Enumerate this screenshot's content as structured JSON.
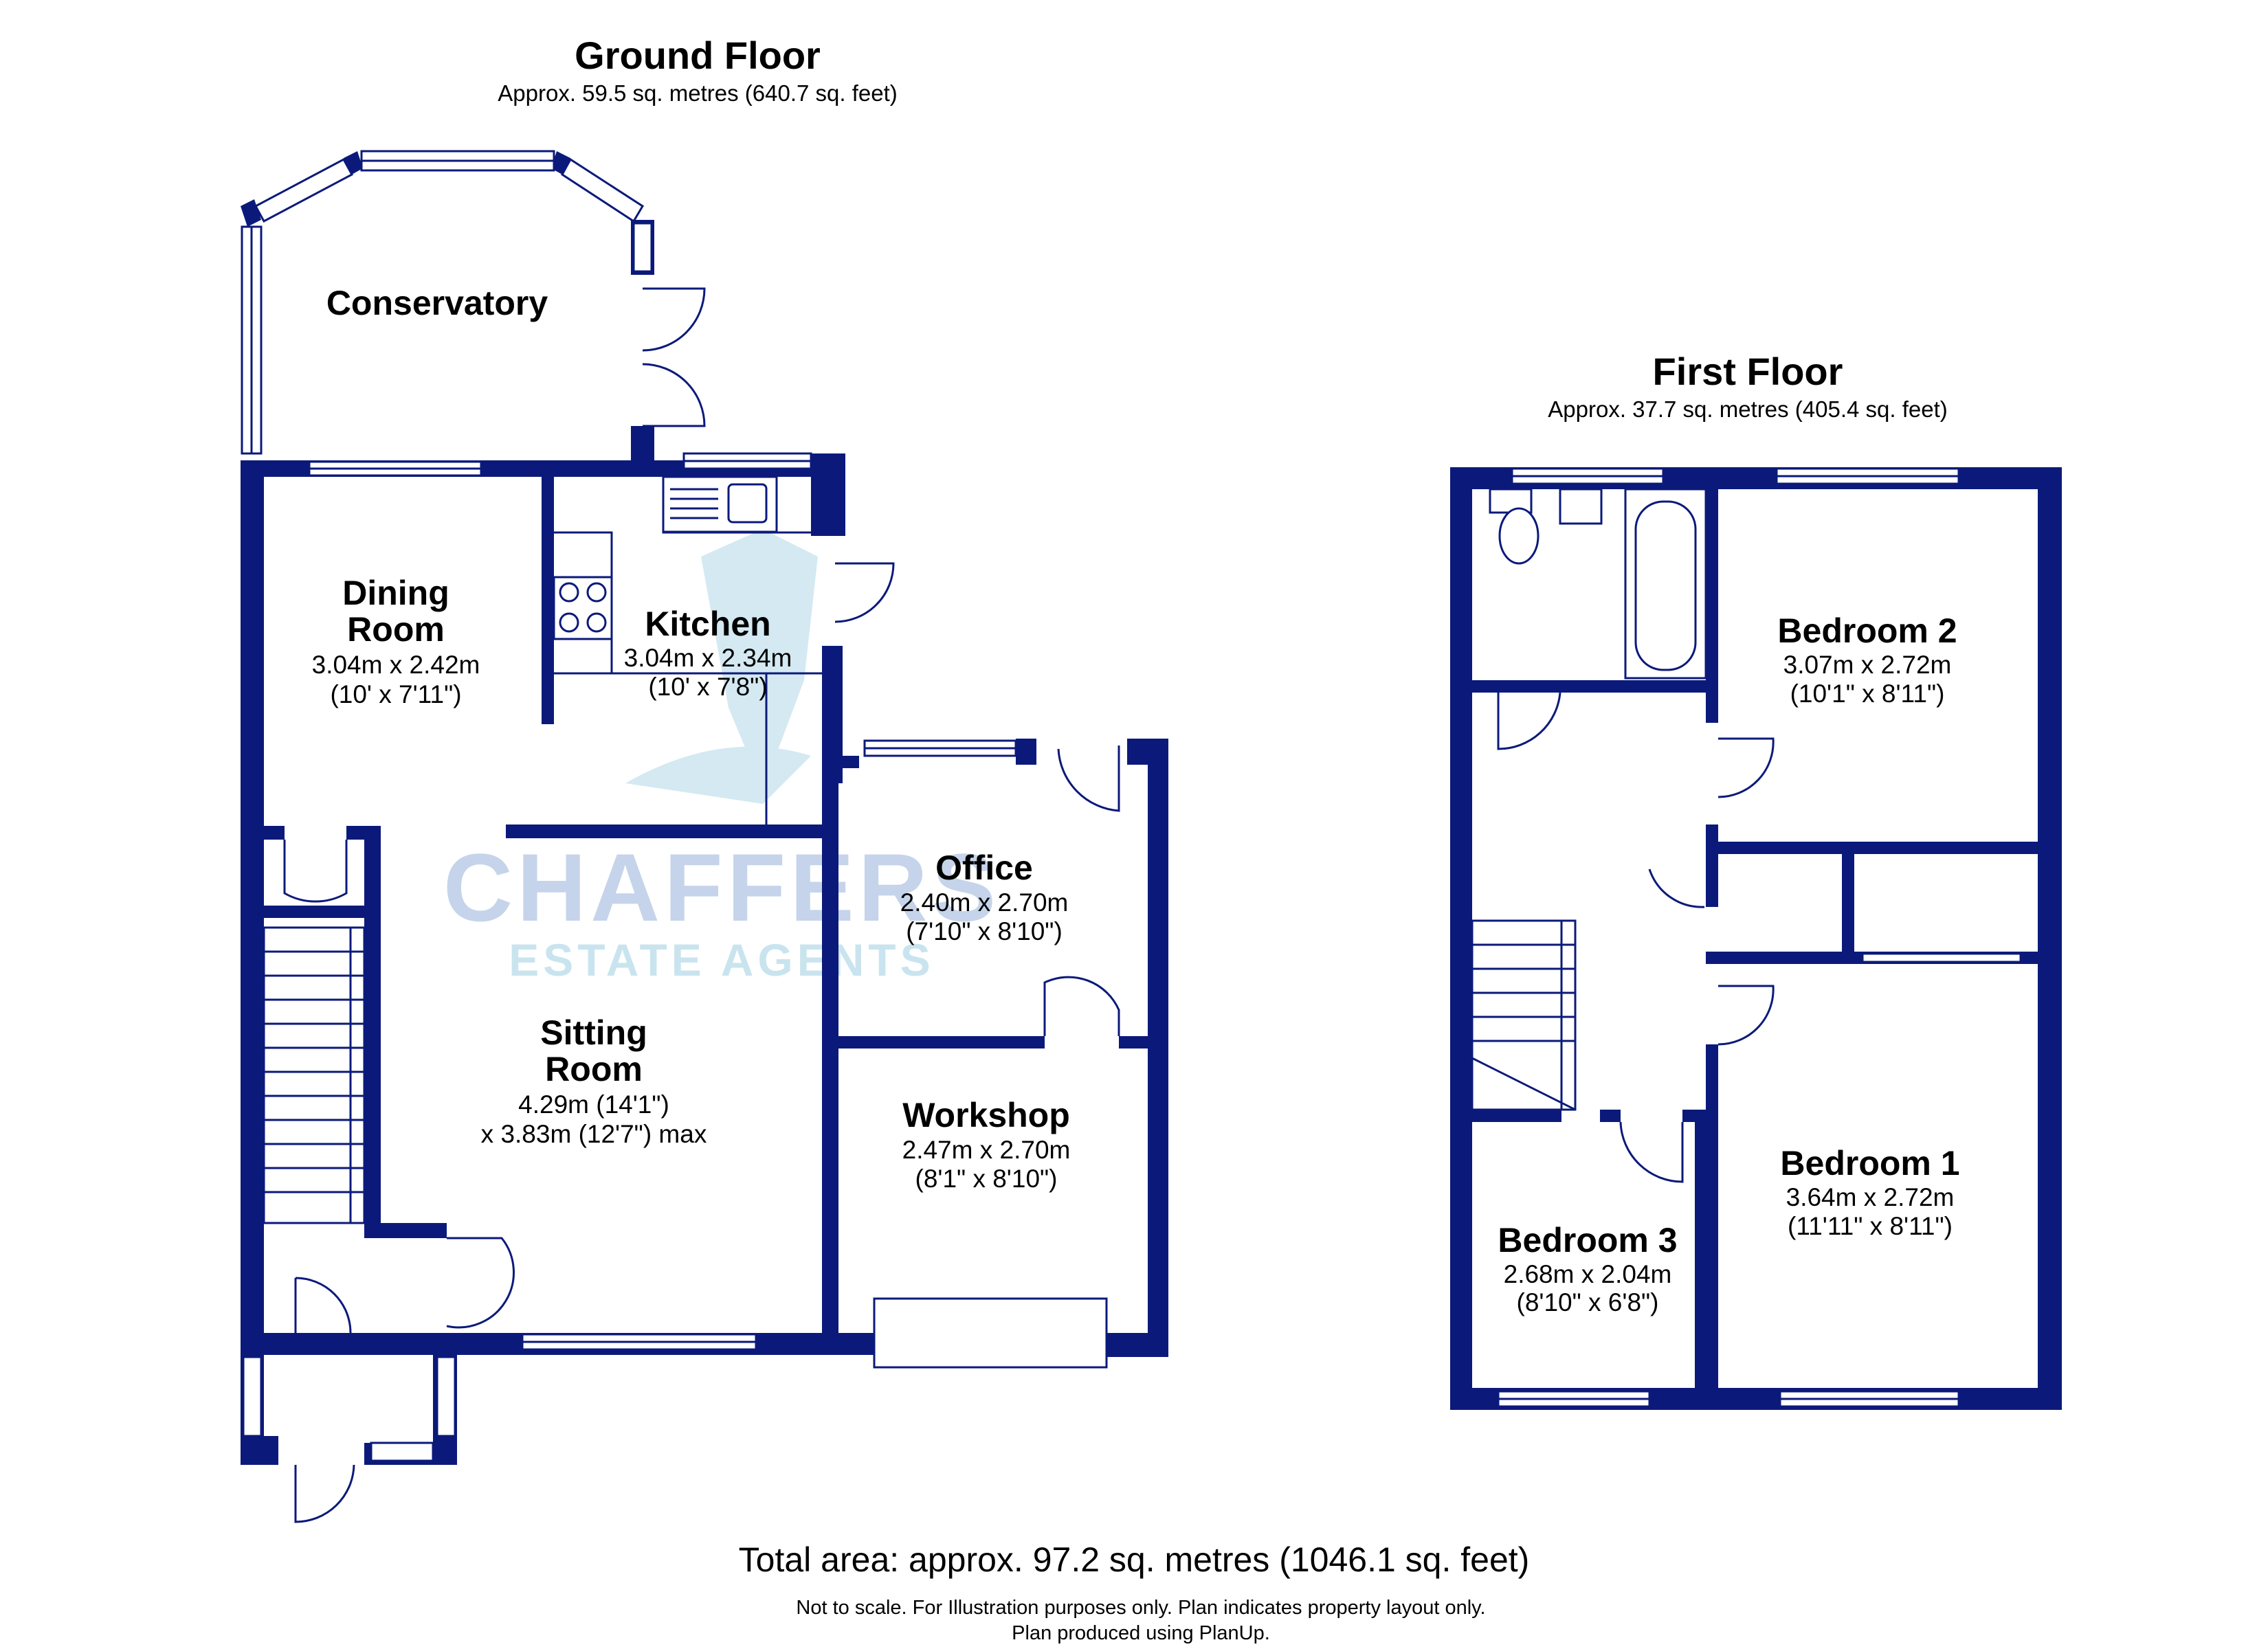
{
  "ground_floor": {
    "title": "Ground Floor",
    "area": "Approx. 59.5 sq. metres (640.7 sq. feet)",
    "rooms": {
      "conservatory": {
        "name": "Conservatory"
      },
      "dining": {
        "name1": "Dining",
        "name2": "Room",
        "dim1": "3.04m x 2.42m",
        "dim2": "(10' x 7'11\")"
      },
      "kitchen": {
        "name": "Kitchen",
        "dim1": "3.04m x 2.34m",
        "dim2": "(10' x 7'8\")"
      },
      "office": {
        "name": "Office",
        "dim1": "2.40m x 2.70m",
        "dim2": "(7'10\" x 8'10\")"
      },
      "sitting": {
        "name1": "Sitting",
        "name2": "Room",
        "dim1": "4.29m (14'1\")",
        "dim2": "x 3.83m (12'7\") max"
      },
      "workshop": {
        "name": "Workshop",
        "dim1": "2.47m x 2.70m",
        "dim2": "(8'1\" x 8'10\")"
      }
    }
  },
  "first_floor": {
    "title": "First Floor",
    "area": "Approx. 37.7 sq. metres (405.4 sq. feet)",
    "rooms": {
      "bedroom2": {
        "name": "Bedroom 2",
        "dim1": "3.07m x 2.72m",
        "dim2": "(10'1\" x 8'11\")"
      },
      "bedroom1": {
        "name": "Bedroom 1",
        "dim1": "3.64m x 2.72m",
        "dim2": "(11'11\" x 8'11\")"
      },
      "bedroom3": {
        "name": "Bedroom 3",
        "dim1": "2.68m x 2.04m",
        "dim2": "(8'10\" x 6'8\")"
      }
    }
  },
  "watermark": {
    "line1": "CHAFFERS",
    "line2": "ESTATE AGENTS"
  },
  "footer": {
    "total": "Total area: approx. 97.2 sq. metres (1046.1 sq. feet)",
    "note1": "Not to scale. For Illustration purposes only. Plan indicates property layout only.",
    "note2": "Plan produced using PlanUp."
  },
  "colors": {
    "wall": "#0b1a7a",
    "watermark_blue": "#c5d4ea",
    "watermark_cyan": "#c9e4ee"
  }
}
